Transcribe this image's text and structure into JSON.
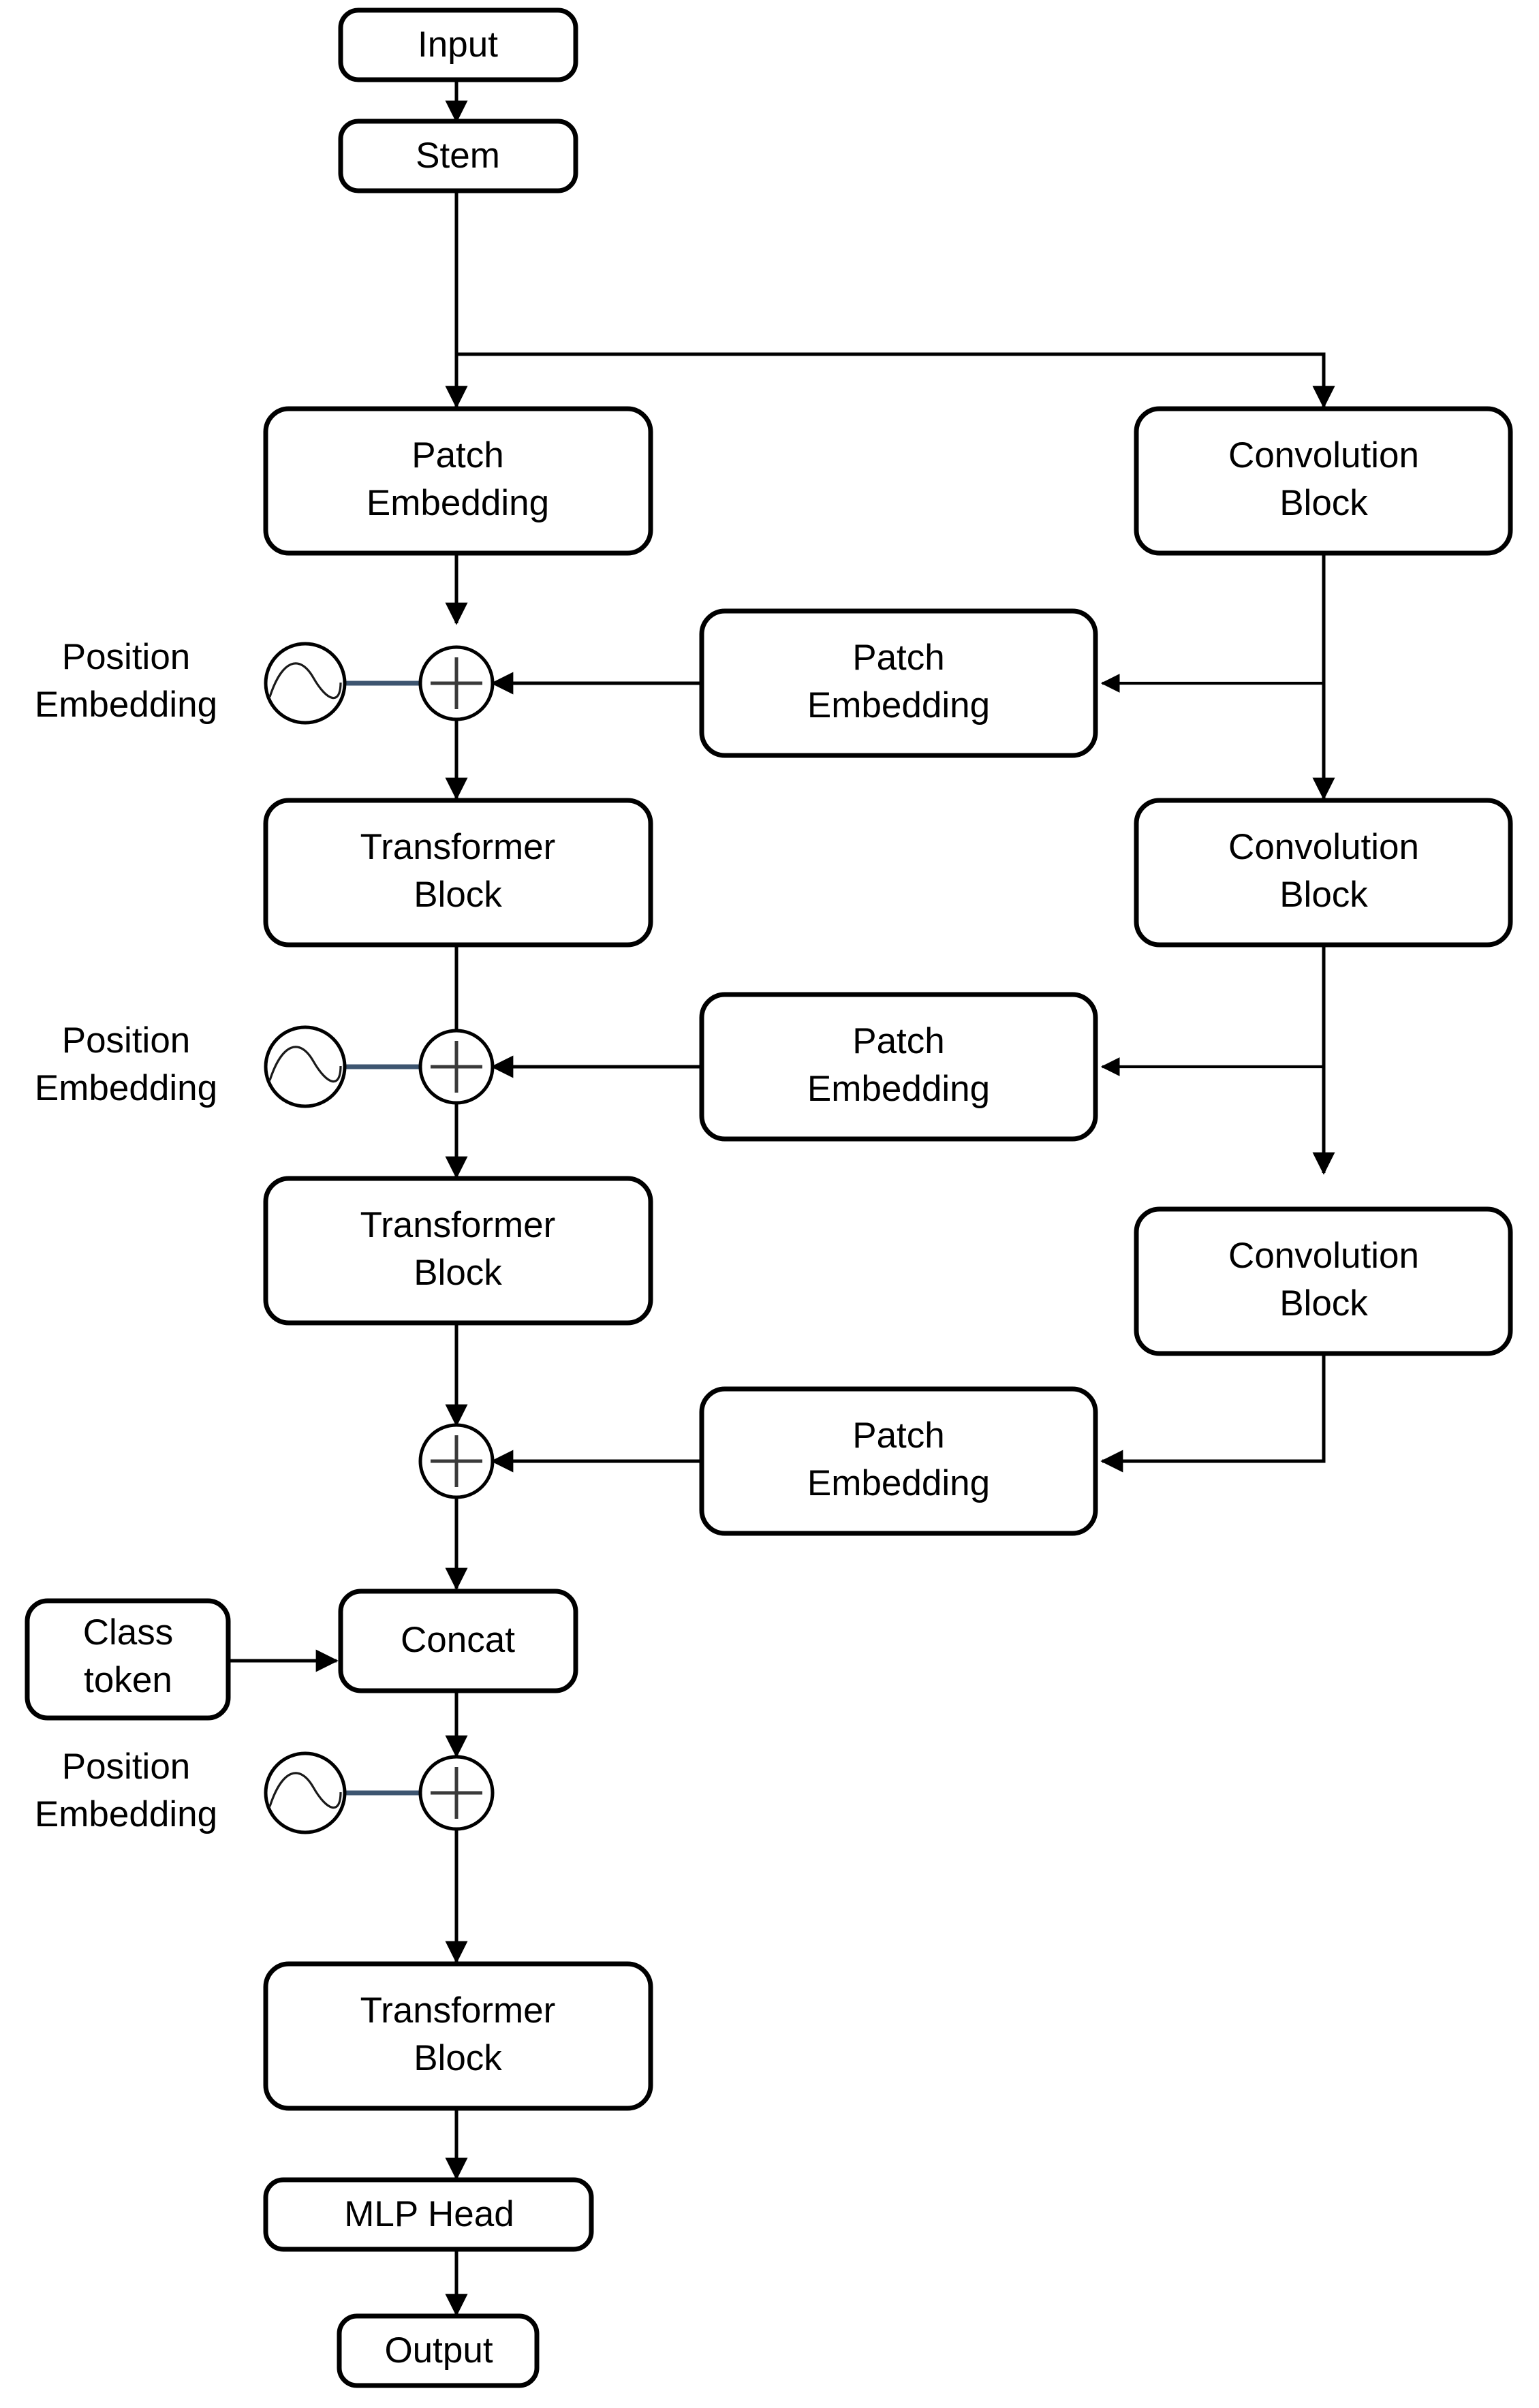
{
  "diagram": {
    "title": "Hybrid CNN-Transformer Architecture Flow Diagram",
    "colors": {
      "background": "#ffffff",
      "stroke": "#000000",
      "position_embedding_link": "#3d5570",
      "plus_glyph": "#3a3a3a"
    },
    "nodes": {
      "input": "Input",
      "stem": "Stem",
      "patch_embedding_main": "Patch\nEmbedding",
      "conv_block_1": "Convolution\nBlock",
      "conv_block_2": "Convolution\nBlock",
      "conv_block_3": "Convolution\nBlock",
      "patch_embedding_branch_1": "Patch\nEmbedding",
      "patch_embedding_branch_2": "Patch\nEmbedding",
      "patch_embedding_branch_3": "Patch\nEmbedding",
      "transformer_block_1": "Transformer\nBlock",
      "transformer_block_2": "Transformer\nBlock",
      "transformer_block_3": "Transformer\nBlock",
      "class_token": "Class\ntoken",
      "concat": "Concat",
      "mlp_head": "MLP Head",
      "output": "Output",
      "position_embedding_1": "Position\nEmbedding",
      "position_embedding_2": "Position\nEmbedding",
      "position_embedding_3": "Position\nEmbedding"
    },
    "node_lines": {
      "input": [
        "Input"
      ],
      "stem": [
        "Stem"
      ],
      "patch_embedding_main": [
        "Patch",
        "Embedding"
      ],
      "conv_block_1": [
        "Convolution",
        "Block"
      ],
      "conv_block_2": [
        "Convolution",
        "Block"
      ],
      "conv_block_3": [
        "Convolution",
        "Block"
      ],
      "patch_embedding_branch_1": [
        "Patch",
        "Embedding"
      ],
      "patch_embedding_branch_2": [
        "Patch",
        "Embedding"
      ],
      "patch_embedding_branch_3": [
        "Patch",
        "Embedding"
      ],
      "transformer_block_1": [
        "Transformer",
        "Block"
      ],
      "transformer_block_2": [
        "Transformer",
        "Block"
      ],
      "transformer_block_3": [
        "Transformer",
        "Block"
      ],
      "class_token": [
        "Class",
        "token"
      ],
      "concat": [
        "Concat"
      ],
      "mlp_head": [
        "MLP Head"
      ],
      "output": [
        "Output"
      ],
      "position_embedding_1": [
        "Position",
        "Embedding"
      ],
      "position_embedding_2": [
        "Position",
        "Embedding"
      ],
      "position_embedding_3": [
        "Position",
        "Embedding"
      ]
    },
    "operators": {
      "add_1": "+",
      "add_2": "+",
      "add_3": "+",
      "add_4": "+"
    },
    "icons": {
      "sine_wave_1": "sine-wave-icon",
      "sine_wave_2": "sine-wave-icon",
      "sine_wave_3": "sine-wave-icon"
    }
  }
}
